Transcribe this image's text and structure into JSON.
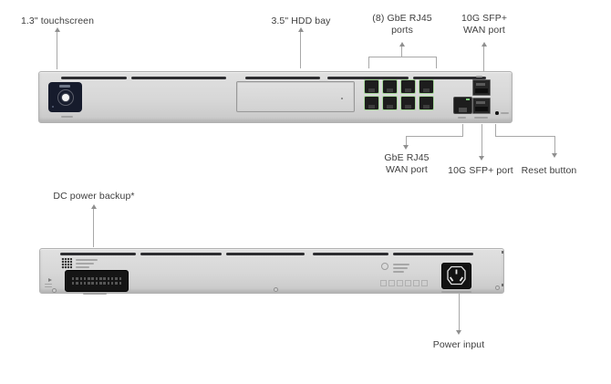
{
  "labels": {
    "touchscreen": "1.3\" touchscreen",
    "hdd_bay": "3.5\" HDD bay",
    "rj45_ports_line1": "(8) GbE RJ45",
    "rj45_ports_line2": "ports",
    "sfp_wan_line1": "10G SFP+",
    "sfp_wan_line2": "WAN port",
    "rj45_wan_line1": "GbE RJ45",
    "rj45_wan_line2": "WAN port",
    "sfp_port": "10G SFP+ port",
    "reset_button": "Reset button",
    "dc_power_backup": "DC power backup*",
    "power_input": "Power input"
  },
  "front_panel": {
    "rj45_port_count": 8,
    "sfp_cage_count": 2
  },
  "rear_panel": {
    "dc_pin_total": 26
  },
  "colors": {
    "background": "#ffffff",
    "chassis": "#d6d6d6",
    "vent": "#2d2d30",
    "port_led_green": "#a6d69a",
    "screen": "#161b2c",
    "leader_line": "#a8a8a8",
    "label_text": "#3e3e3e"
  }
}
